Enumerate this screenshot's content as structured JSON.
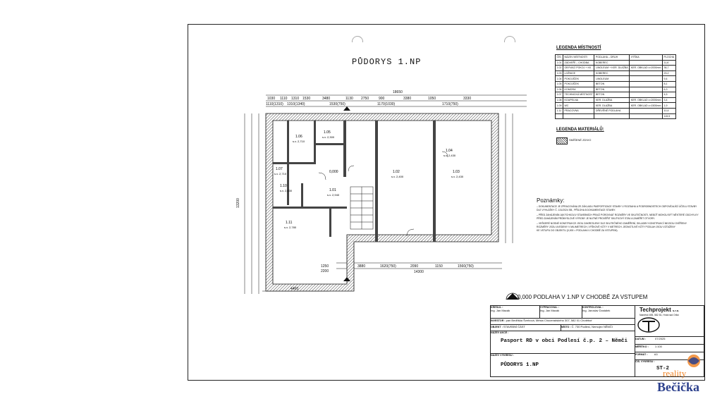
{
  "drawing": {
    "title": "PŮDORYS 1.NP",
    "overall_width": "18650",
    "overall_depth": "13200",
    "zero_label": "0,000",
    "floor_note": "0,000 PODLAHA V 1.NP V CHODBĚ ZA VSTUPEM",
    "rooms": [
      {
        "no": "1.01",
        "h": "s.v. 2,940"
      },
      {
        "no": "1.02",
        "h": "s.v. 2,400"
      },
      {
        "no": "1.03",
        "h": "s.v. 2,430"
      },
      {
        "no": "1.04",
        "h": "s.v. 2,430"
      },
      {
        "no": "1.05",
        "h": "s.v. 2,300"
      },
      {
        "no": "1.06",
        "h": "s.v. 2,710"
      },
      {
        "no": "1.07",
        "h": "s.v. 2,710"
      },
      {
        "no": "1.10",
        "h": "s.v. 2,630"
      },
      {
        "no": "1.11",
        "h": "s.v. 2,780"
      }
    ],
    "dims_top": [
      "1030",
      "1110",
      "1310",
      "1530",
      "3480",
      "1130",
      "2750",
      "900",
      "3380",
      "1050",
      "3330"
    ],
    "dims_top2": [
      "1110(1310)",
      "1310(1340)",
      "1530(750)",
      "1170(1030)",
      "1710(750)"
    ],
    "dims_bottom": [
      "1250",
      "2200",
      "3880",
      "1620(750)",
      "2090",
      "1150",
      "1560(750)",
      "14300",
      "4460"
    ]
  },
  "legend_rooms": {
    "title": "LEGENDA MÍSTNOSTÍ",
    "headers": [
      "ČÍS.",
      "NÁZEV MÍSTNOSTI",
      "PODLAHA – DRUH",
      "VÝŠKA",
      "PLOCHA"
    ],
    "rows": [
      [
        "1.01",
        "ZÁDVEŘÍ – CHODBA",
        "KOBEREC",
        "",
        "11,6"
      ],
      [
        "1.02",
        "OBÝVACÍ POKOJ + KK",
        "LINOLEUM + KER. DLAŽBA",
        "KER. OBKLAD v=2000mm",
        "36,7"
      ],
      [
        "1.03",
        "LOŽNICE",
        "KOBEREC",
        "",
        "23,2"
      ],
      [
        "1.04",
        "POKOJÍČEK",
        "LINOLEUM",
        "",
        "9,4"
      ],
      [
        "1.05",
        "POKOJÍČEK",
        "BETON",
        "",
        "8,1"
      ],
      [
        "1.06",
        "KOMORA",
        "BETON",
        "",
        "6,3"
      ],
      [
        "1.07",
        "TECHNICKÁ MÍSTNOST",
        "BETON",
        "",
        "4,5"
      ],
      [
        "1.08",
        "KOUPELNA",
        "KER. DLAŽBA",
        "KER. OBKLAD v=2000mm",
        "3,4"
      ],
      [
        "1.09",
        "WC",
        "KER. DLAŽBA",
        "KER. OBKLAD v=1500mm",
        "1,9"
      ],
      [
        "1.11",
        "PRACOVNA",
        "DŘEVĚNÉ PODLAHA",
        "",
        "10,4"
      ]
    ],
    "total": "115,5"
  },
  "legend_materials": {
    "title": "LEGENDA MATERIÁLŮ:",
    "item": "SMÍŠENÉ ZDIVO"
  },
  "notes": {
    "title": "Poznámky:",
    "lines": [
      "– DOKUMENTACE JE ZPRACOVÁNA ZE ZÁKLADU PASPORTIZACE STAVBY V ROZSAHU A PODROBNOSTECH ODPOVÍDAJÍCÍ ÚČELU STAVBY",
      "  DLE VYHLÁŠKY Č. 131/2024 SB., PŘÍLOHA 8 DOKUMENTACE STAVBY.",
      "– PŘED ZAHÁJENÍM JAKÝCHKOLIV STAVEBNÍCH PRACÍ POROVNAT ROZMĚRY VE SKUTEČNOSTI, NEBOŤ MOHOU BÝT NĚKTERÉ ODCHYLKY",
      "  PŘED ZAHÁJENÍM PRŮMYSLOVÉ VÝROBY JE NUTNÉ PROVĚŘIT SKUTKOVÝ STAV A ZAMĚŘIT OTVORY.",
      "– VEŠKERÉ NOSNÉ KONSTRUKCE JSOU ZAKRESLENY DLE SKUTEČNÉHO ZAMĚŘENÍ, SKLADBY KONSTRUKCÍ NEJSOU OVĚŘENY.",
      "  ROZMĚRY JSOU UVEDENY V MILIMETRECH, VÝŠKOVÉ KÓTY V METRECH. JEDNOTLIVÉ KÓTY PODLAH JSOU VZTAŽENY",
      "  KE VSTUPU DO OBJEKTU (0,000 = PODLAHA V CHODBĚ ZA VSTUPEM)."
    ]
  },
  "title_block": {
    "kreslil_label": "KRESLIL :",
    "kreslil": "Ing. Jan Macák",
    "vypracoval_label": "VYPRACOVAL :",
    "vypracoval": "Ing. Jan Macák",
    "kontroloval_label": "KONTROLOVAL :",
    "kontroloval": "Ing. Jaroslav Dostálek",
    "investor_label": "INVESTOR :",
    "investor": "pan Bedřiška Švehová, Města Chocerádského 307, 582 01 Chotěboř",
    "objekt_label": "OBJEKT :",
    "objekt": "STAVEBNÍ ČÁST",
    "misto_label": "MÍSTO :",
    "misto": "Č. 730 Podlesí, Nemojev NĚMČI",
    "nazev_akce_label": "NÁZEV AKCE :",
    "nazev_akce": "Pasport RD v obci Podlesí č.p. 2 – Němči",
    "nazev_vykresu_label": "NÁZEV VÝKRESU :",
    "nazev_vykresu": "PŮDORYS 1.NP",
    "company": "Techprojekt",
    "company_suffix": "s.r.o.",
    "company_address": "Náměstí 455, 582 81, Hnát nad Orlicí",
    "datum_label": "DATUM :",
    "datum": "07/2025",
    "meritko_label": "MĚŘÍTKO :",
    "meritko": "1:100",
    "format_label": "FORMÁT :",
    "format": "A3",
    "cislo_label": "ČÍS. VÝKRESU :",
    "cislo": "ST-2"
  },
  "watermark": {
    "line1": "reality",
    "line2": "Bečička"
  }
}
